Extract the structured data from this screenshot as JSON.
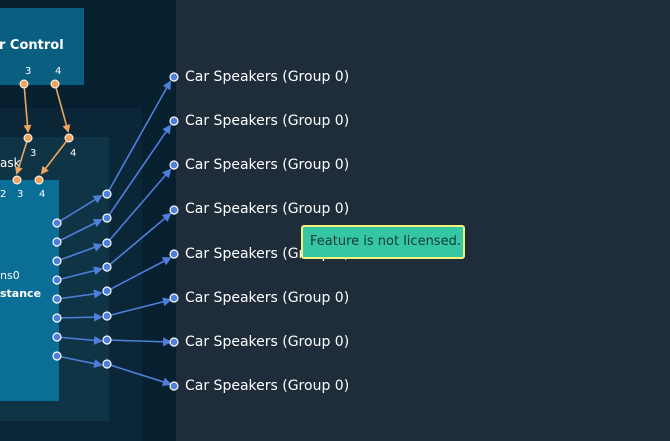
{
  "nodes": {
    "control_title": "r Control",
    "task_label": "ask",
    "instance_sub": "ns0",
    "instance_title": "stance"
  },
  "pins": {
    "control_3": "3",
    "control_4": "4",
    "mid_3": "3",
    "mid_4": "4",
    "inst_2": "2",
    "inst_3": "3",
    "inst_4": "4"
  },
  "outputs": [
    {
      "label": "Car Speakers (Group 0)"
    },
    {
      "label": "Car Speakers (Group 0)"
    },
    {
      "label": "Car Speakers (Group 0)"
    },
    {
      "label": "Car Speakers (Group 0)"
    },
    {
      "label": "Car Speakers (Group 0)"
    },
    {
      "label": "Car Speakers (Group 0)"
    },
    {
      "label": "Car Speakers (Group 0)"
    },
    {
      "label": "Car Speakers (Group 0)"
    }
  ],
  "tooltip": {
    "text": "Feature is not licensed."
  },
  "colors": {
    "background": "#1f2d3a",
    "node_fill": "#0a6e96",
    "orange_connector": "#f0a45c",
    "blue_connector": "#4f7fdc",
    "tooltip_fill": "#35c6a4",
    "tooltip_border": "#f0f27a"
  }
}
